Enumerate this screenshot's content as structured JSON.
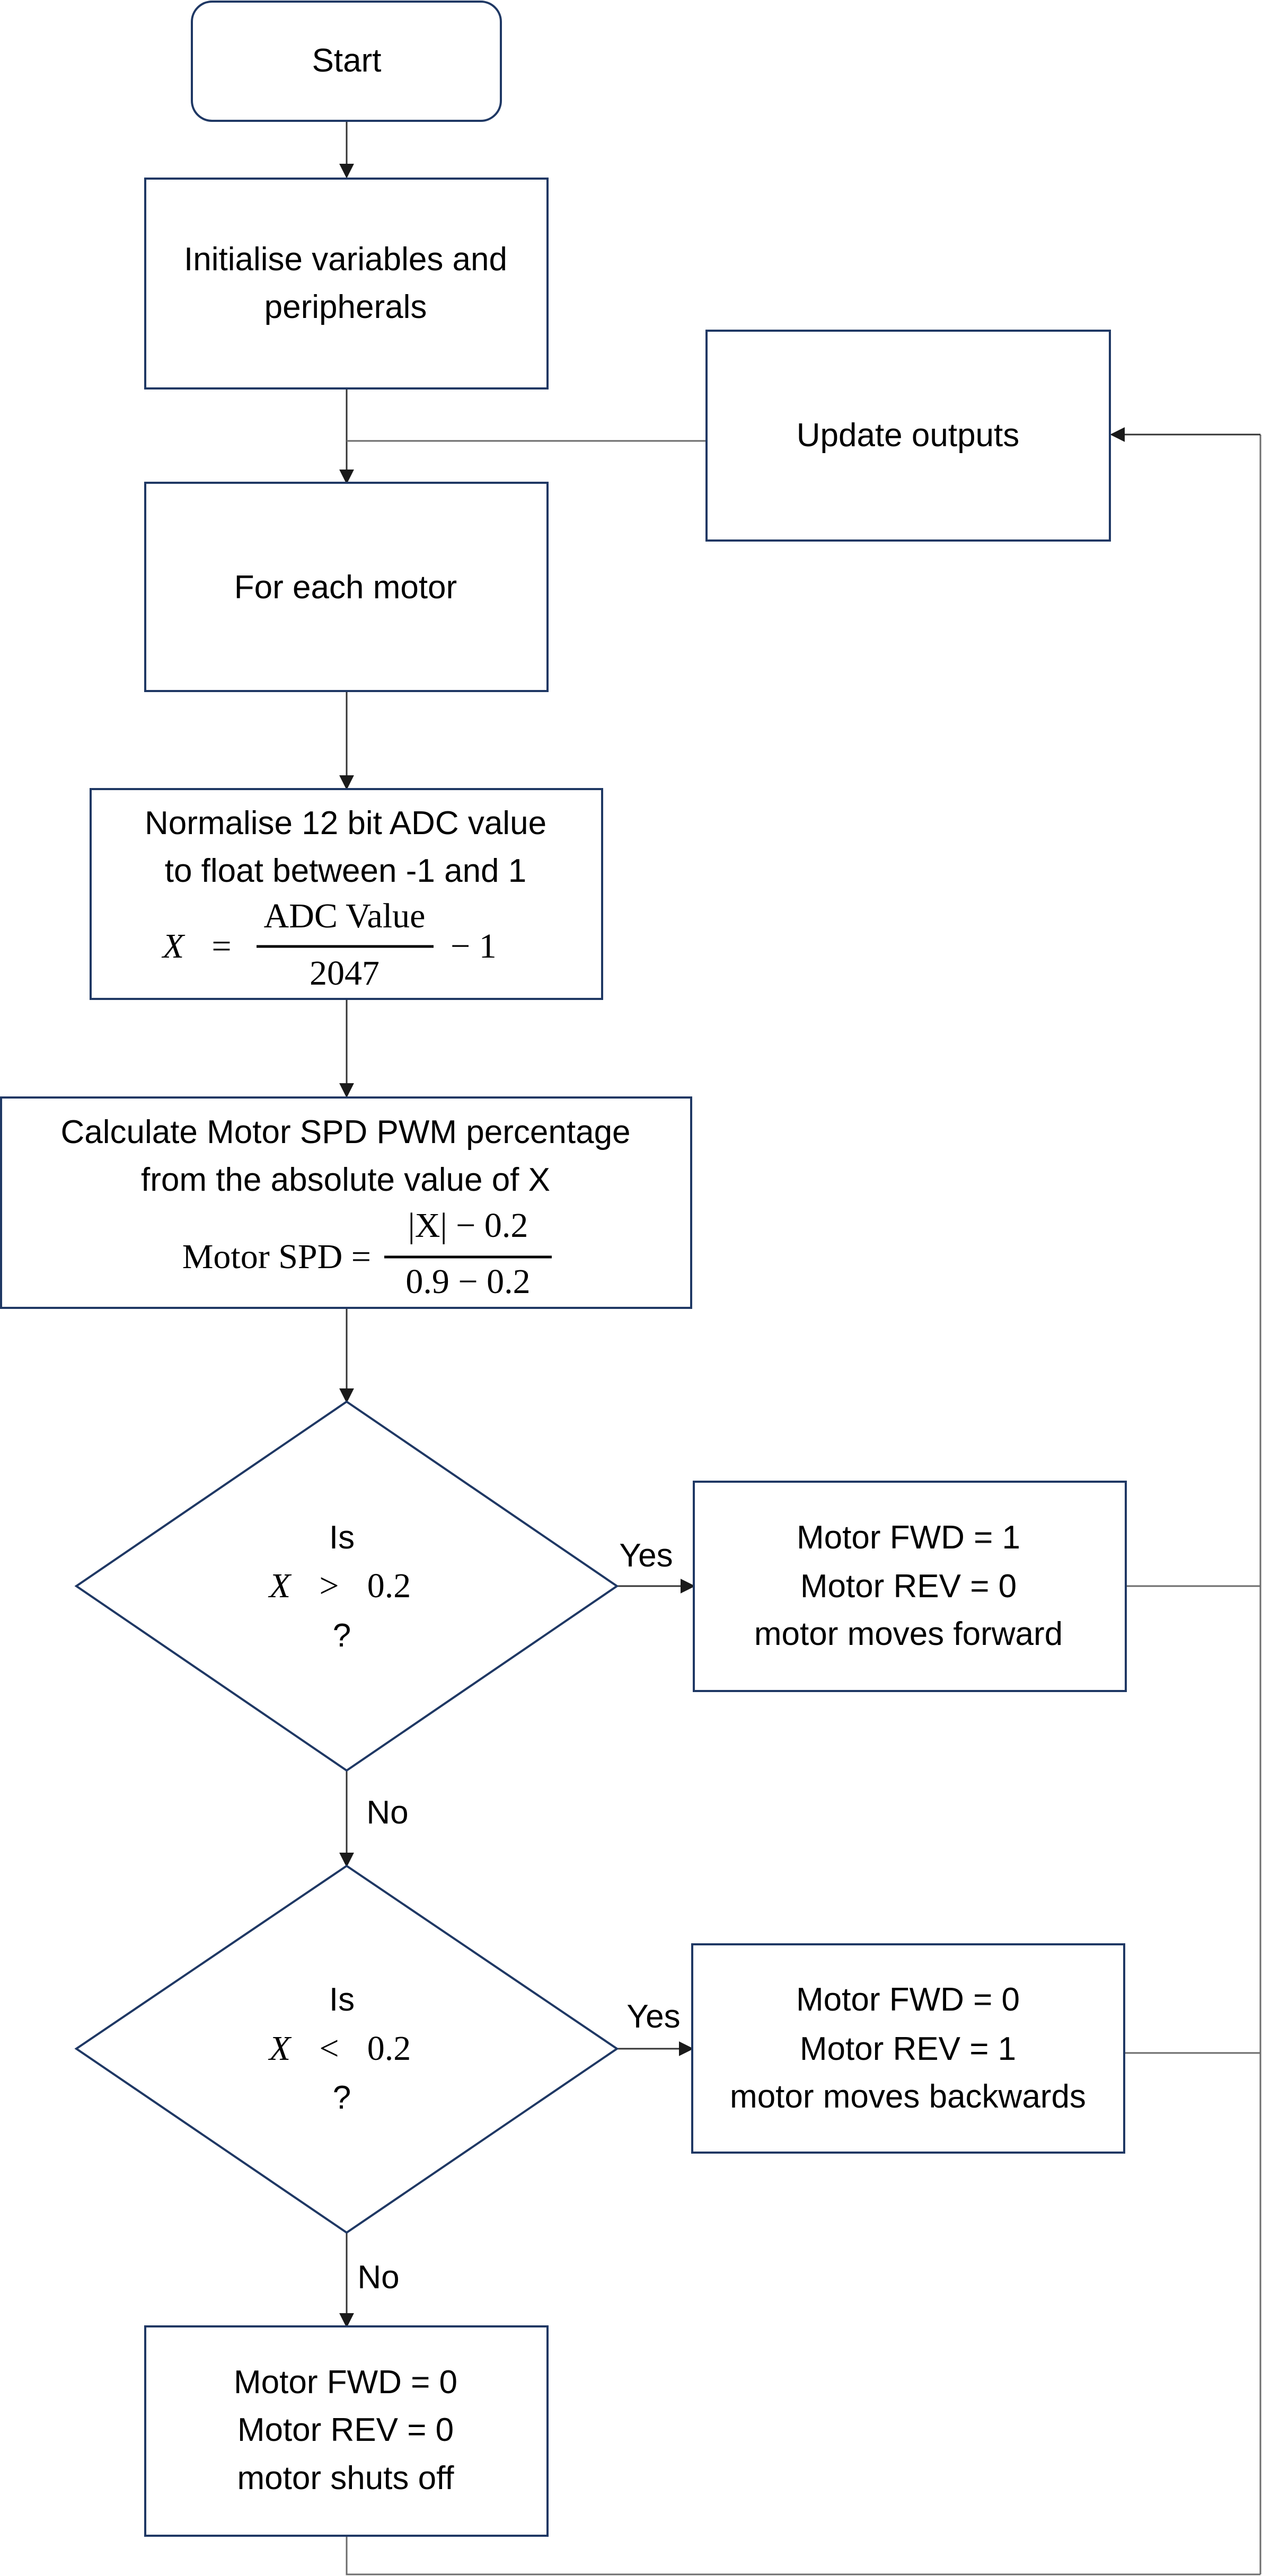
{
  "nodes": {
    "start": "Start",
    "init": [
      "Initialise variables and",
      "peripherals"
    ],
    "update": "Update outputs",
    "for_each": "For each motor",
    "normalise": {
      "lines": [
        "Normalise 12 bit ADC value",
        "to float between -1 and 1"
      ],
      "lhs": "X",
      "eq": "=",
      "numerator": "ADC Value",
      "denominator": "2047",
      "tail": "− 1"
    },
    "calculate": {
      "lines": [
        "Calculate Motor SPD PWM percentage",
        "from the absolute value of X"
      ],
      "lhs": "Motor SPD =",
      "numerator": "|X| − 0.2",
      "denominator": "0.9 − 0.2"
    },
    "decision1": {
      "line1": "Is",
      "var": "X",
      "op": ">",
      "value": "0.2",
      "line3": "?"
    },
    "forward": [
      "Motor FWD = 1",
      "Motor REV = 0",
      "motor moves forward"
    ],
    "decision2": {
      "line1": "Is",
      "var": "X",
      "op": "<",
      "value": "0.2",
      "line3": "?"
    },
    "backward": [
      "Motor FWD = 0",
      "Motor REV = 1",
      "motor moves backwards"
    ],
    "shutoff": [
      "Motor FWD = 0",
      "Motor REV = 0",
      "motor shuts off"
    ]
  },
  "edges": {
    "yes1": "Yes",
    "no1": "No",
    "yes2": "Yes",
    "no2": "No"
  },
  "colors": {
    "box_stroke": "#1f3864",
    "connector": "#6b6b6b",
    "text": "#000000"
  }
}
